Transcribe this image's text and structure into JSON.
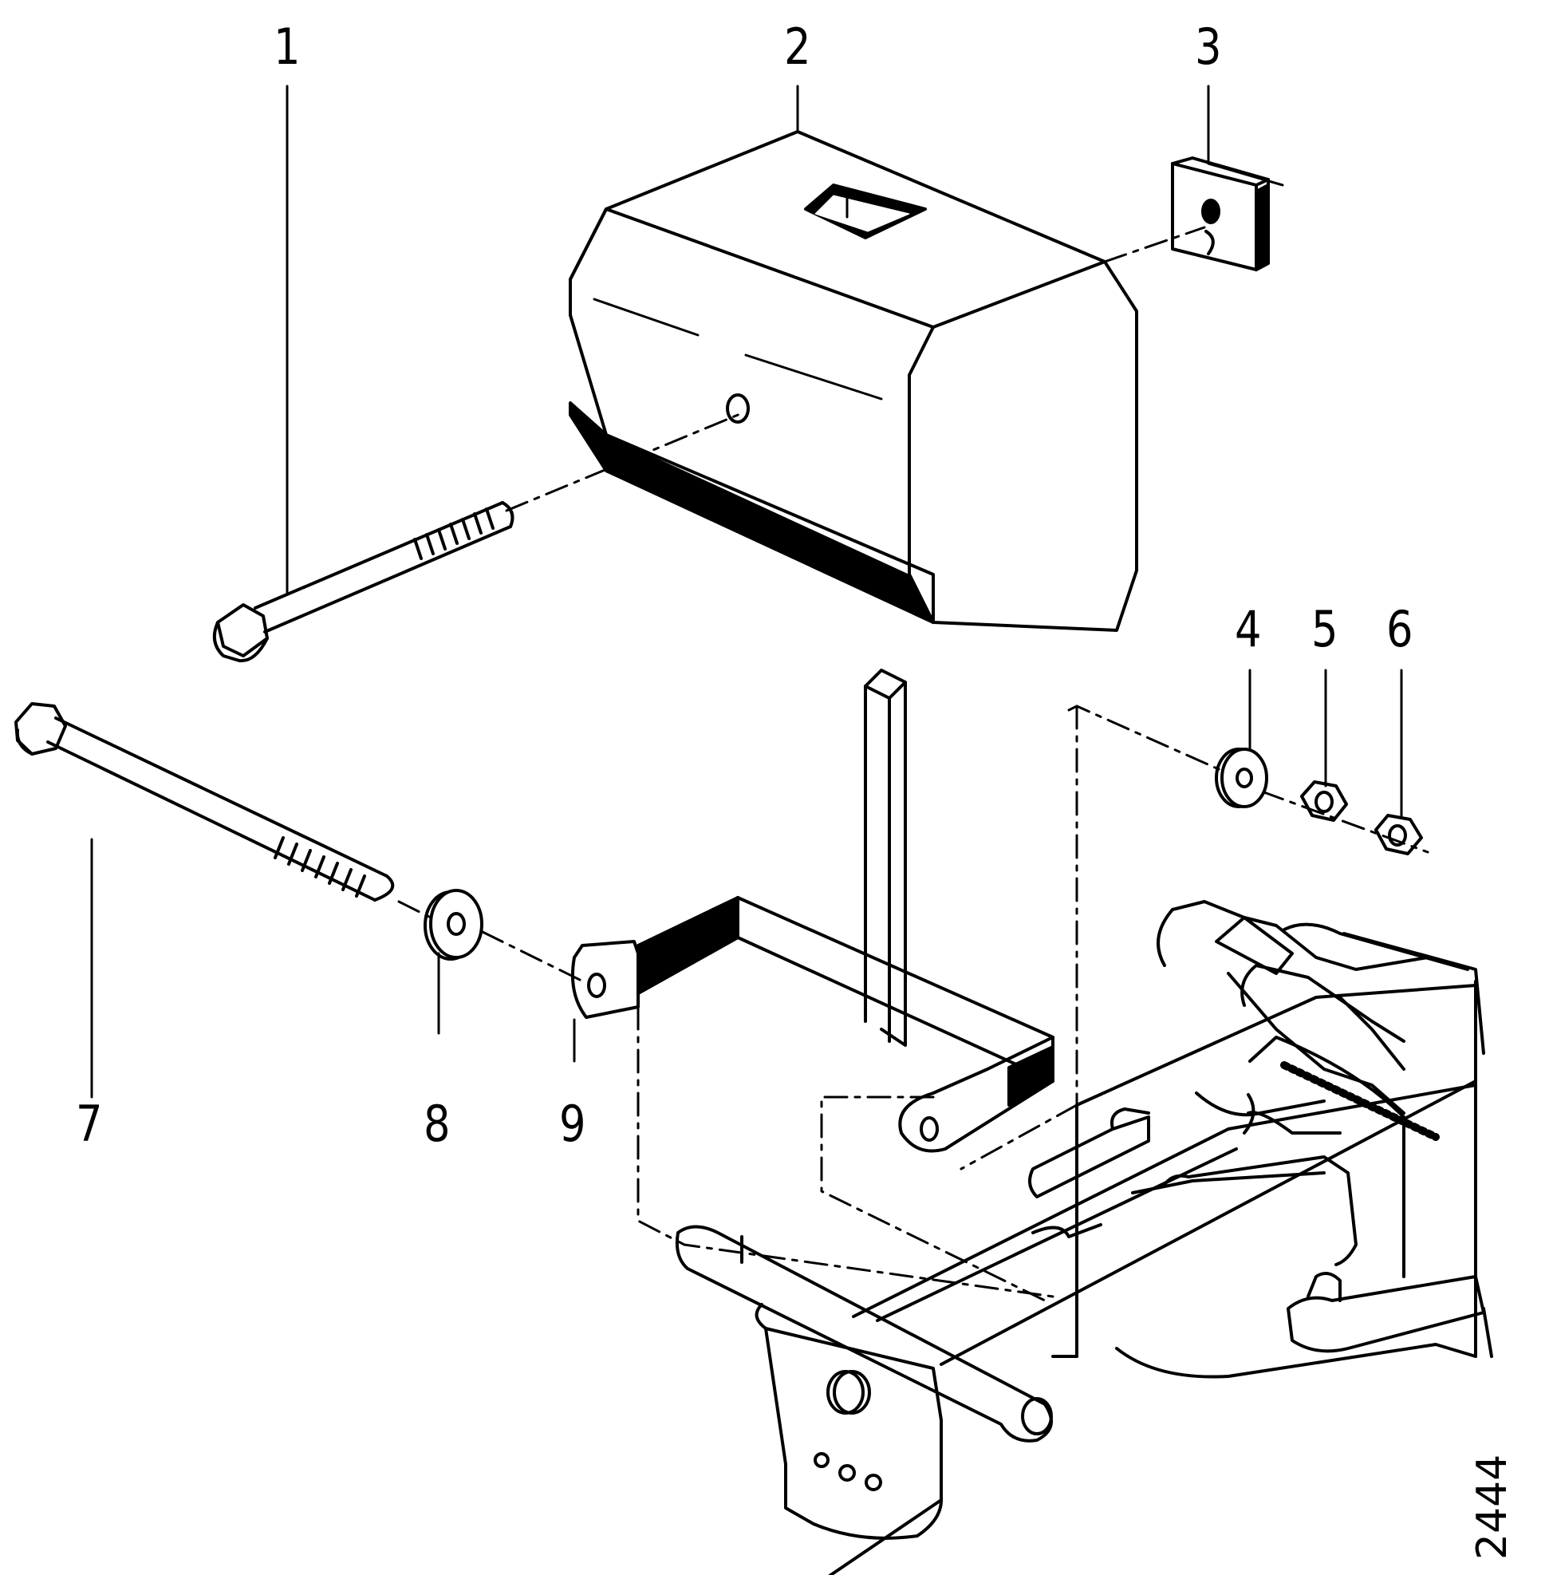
{
  "diagram": {
    "figure_number": "2444",
    "callouts": [
      {
        "id": "1",
        "label": "1",
        "part": "long bolt"
      },
      {
        "id": "2",
        "label": "2",
        "part": "weight block"
      },
      {
        "id": "3",
        "label": "3",
        "part": "square plate"
      },
      {
        "id": "4",
        "label": "4",
        "part": "washer"
      },
      {
        "id": "5",
        "label": "5",
        "part": "nut"
      },
      {
        "id": "6",
        "label": "6",
        "part": "nut"
      },
      {
        "id": "7",
        "label": "7",
        "part": "long bolt"
      },
      {
        "id": "8",
        "label": "8",
        "part": "washer"
      },
      {
        "id": "9",
        "label": "9",
        "part": "bracket"
      }
    ]
  },
  "colors": {
    "ink": "#000000",
    "paper": "#ffffff"
  }
}
